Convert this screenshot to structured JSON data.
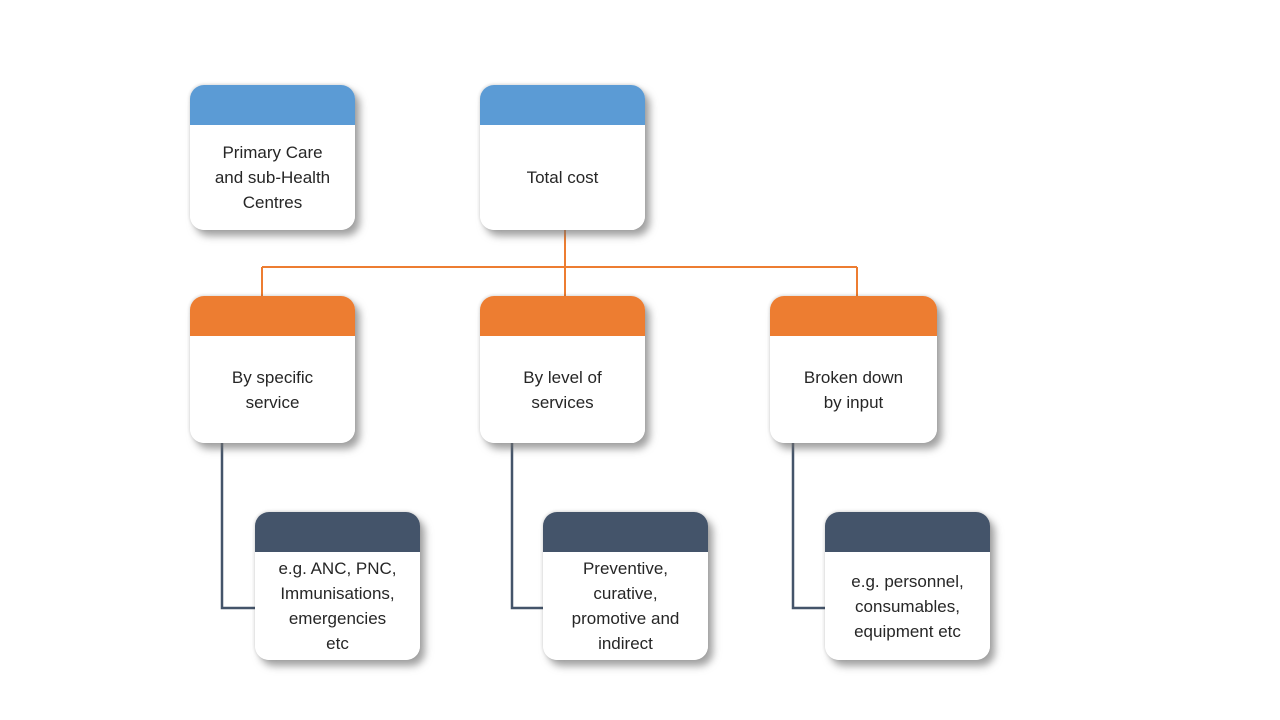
{
  "diagram": {
    "title_hidden": "",
    "colors": {
      "background": "#ffffff",
      "blue_header": "#5b9bd5",
      "orange_header": "#ed7d31",
      "dark_header": "#44546a",
      "orange_connector": "#ed7d31",
      "dark_connector": "#44546a",
      "text": "#262626",
      "card_body": "#ffffff"
    },
    "nodes": [
      {
        "id": "primary-care",
        "level": "top",
        "header_color": "#5b9bd5",
        "label": "Primary Care\nand sub-Health\nCentres"
      },
      {
        "id": "total-cost",
        "level": "top",
        "header_color": "#5b9bd5",
        "label": "Total cost"
      },
      {
        "id": "by-specific-service",
        "level": "middle",
        "header_color": "#ed7d31",
        "label": "By specific\nservice"
      },
      {
        "id": "by-level-of-services",
        "level": "middle",
        "header_color": "#ed7d31",
        "label": "By level of\nservices"
      },
      {
        "id": "broken-down-by-input",
        "level": "middle",
        "header_color": "#ed7d31",
        "label": "Broken down\nby input"
      },
      {
        "id": "examples-specific-service",
        "level": "bottom",
        "header_color": "#44546a",
        "label": "e.g. ANC, PNC,\nImmunisations,\nemergencies\netc"
      },
      {
        "id": "examples-level-of-services",
        "level": "bottom",
        "header_color": "#44546a",
        "label": "Preventive,\ncurative,\npromotive and\nindirect"
      },
      {
        "id": "examples-inputs",
        "level": "bottom",
        "header_color": "#44546a",
        "label": "e.g. personnel,\nconsumables,\nequipment etc"
      }
    ]
  }
}
